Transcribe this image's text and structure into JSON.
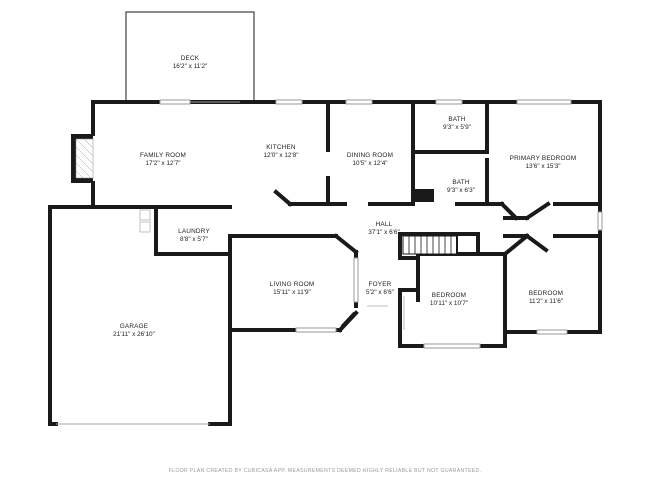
{
  "rooms": {
    "deck": {
      "name": "DECK",
      "dims": "16'2\" x 11'2\""
    },
    "family_room": {
      "name": "FAMILY ROOM",
      "dims": "17'2\" x 12'7\""
    },
    "kitchen": {
      "name": "KITCHEN",
      "dims": "12'0\" x 12'8\""
    },
    "dining_room": {
      "name": "DINING ROOM",
      "dims": "10'5\" x 12'4\""
    },
    "bath_top": {
      "name": "BATH",
      "dims": "9'3\" x 5'9\""
    },
    "bath_mid": {
      "name": "BATH",
      "dims": "9'3\" x 6'3\""
    },
    "primary_bedroom": {
      "name": "PRIMARY BEDROOM",
      "dims": "13'6\" x 15'3\""
    },
    "laundry": {
      "name": "LAUNDRY",
      "dims": "8'8\" x 5'7\""
    },
    "hall": {
      "name": "HALL",
      "dims": "37'1\" x 6'6\""
    },
    "living_room": {
      "name": "LIVING ROOM",
      "dims": "15'11\" x 11'9\""
    },
    "foyer": {
      "name": "FOYER",
      "dims": "5'2\" x 6'6\""
    },
    "bedroom_center": {
      "name": "BEDROOM",
      "dims": "10'11\" x 10'7\""
    },
    "bedroom_right": {
      "name": "BEDROOM",
      "dims": "11'2\" x 11'6\""
    },
    "garage": {
      "name": "GARAGE",
      "dims": "21'11\" x 26'10\""
    }
  },
  "footer": "FLOOR PLAN CREATED BY CUBICASA APP. MEASUREMENTS DEEMED HIGHLY RELIABLE BUT NOT GUARANTEED."
}
